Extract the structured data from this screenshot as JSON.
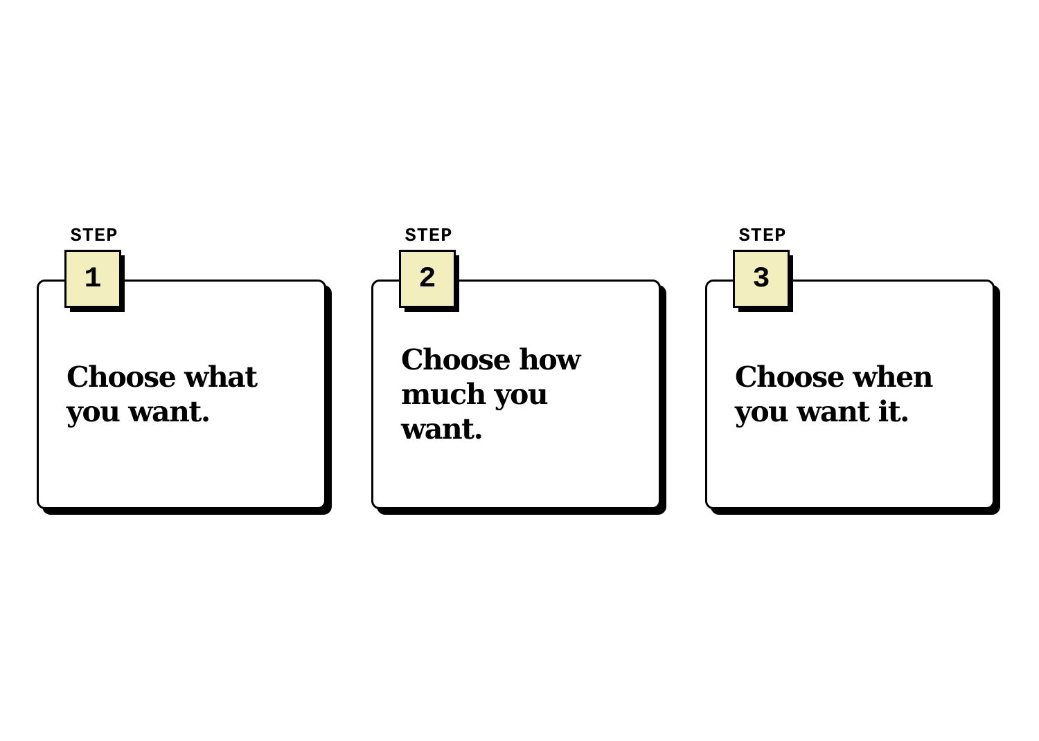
{
  "steps": [
    {
      "label": "STEP",
      "number": "1",
      "text": "Choose what you want."
    },
    {
      "label": "STEP",
      "number": "2",
      "text": "Choose how much you want."
    },
    {
      "label": "STEP",
      "number": "3",
      "text": "Choose when you want it."
    }
  ],
  "colors": {
    "number_badge_fill": "#f3eebd",
    "outline": "#000000",
    "background": "#ffffff"
  }
}
